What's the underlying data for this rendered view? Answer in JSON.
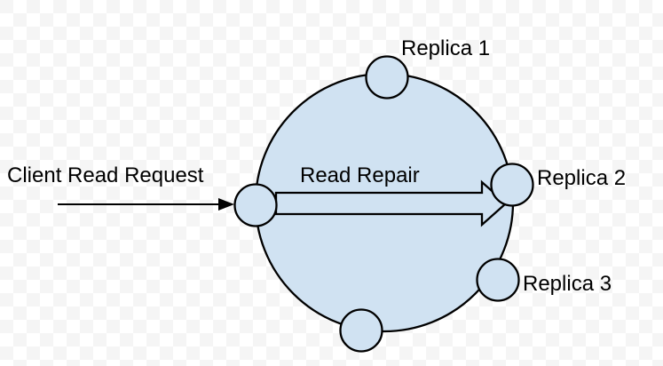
{
  "colors": {
    "shape_fill": "#d0e2f2",
    "shape_stroke": "#000000",
    "text_color": "#000000",
    "checker_light": "#ffffff",
    "checker_dark": "#f5f5f5"
  },
  "diagram": {
    "labels": {
      "replica_1": "Replica 1",
      "replica_2": "Replica 2",
      "replica_3": "Replica 3",
      "client_read_request": "Client Read Request",
      "read_repair": "Read Repair"
    },
    "nodes": [
      {
        "id": "client-entry-node",
        "label": ""
      },
      {
        "id": "replica-1-node",
        "label": "Replica 1"
      },
      {
        "id": "replica-2-node",
        "label": "Replica 2"
      },
      {
        "id": "replica-3-node",
        "label": "Replica 3"
      },
      {
        "id": "bottom-node",
        "label": ""
      }
    ]
  }
}
